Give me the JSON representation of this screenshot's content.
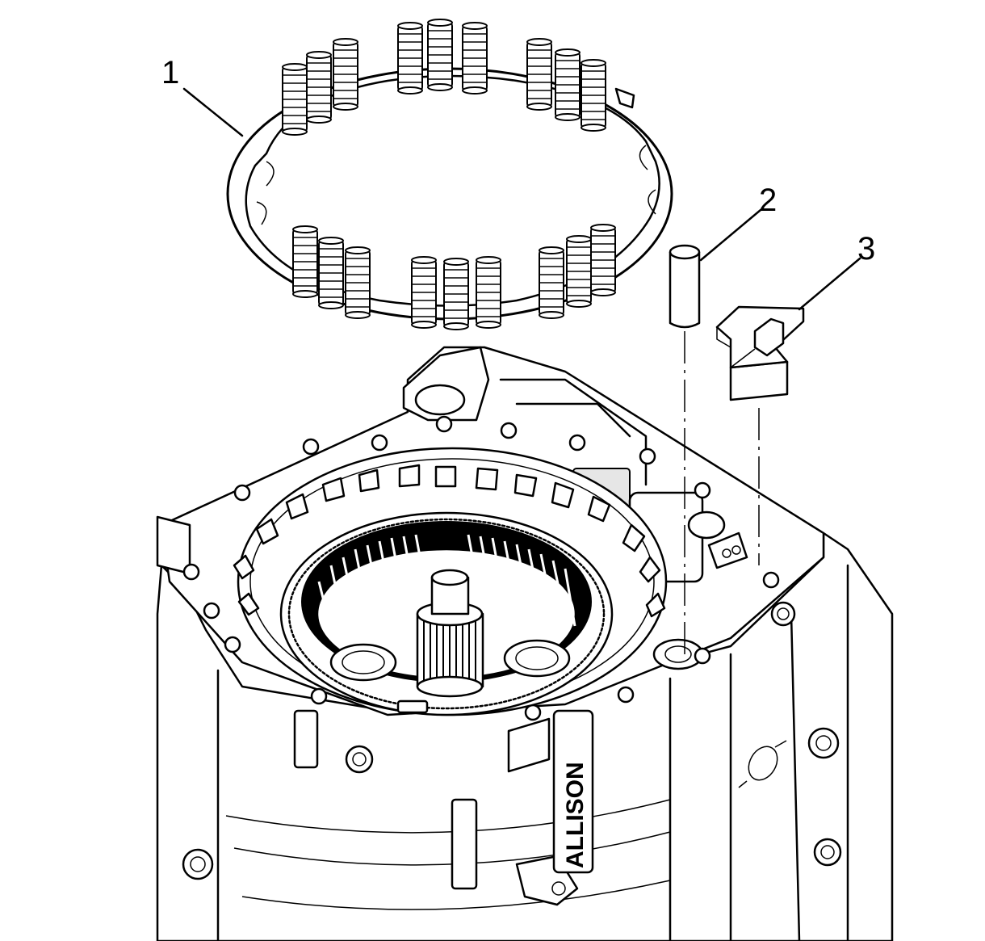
{
  "callouts": [
    {
      "label": "1"
    },
    {
      "label": "2"
    },
    {
      "label": "3"
    }
  ],
  "housing_stamp": "ALLISON",
  "icons": {
    "spring_plate": "spring-plate-assembly-icon",
    "pin": "dowel-pin-icon",
    "bracket": "bracket-clip-icon",
    "housing": "transmission-housing-icon"
  },
  "colors": {
    "line": "#000000",
    "background": "#ffffff",
    "shade": "#e6e6e6"
  }
}
